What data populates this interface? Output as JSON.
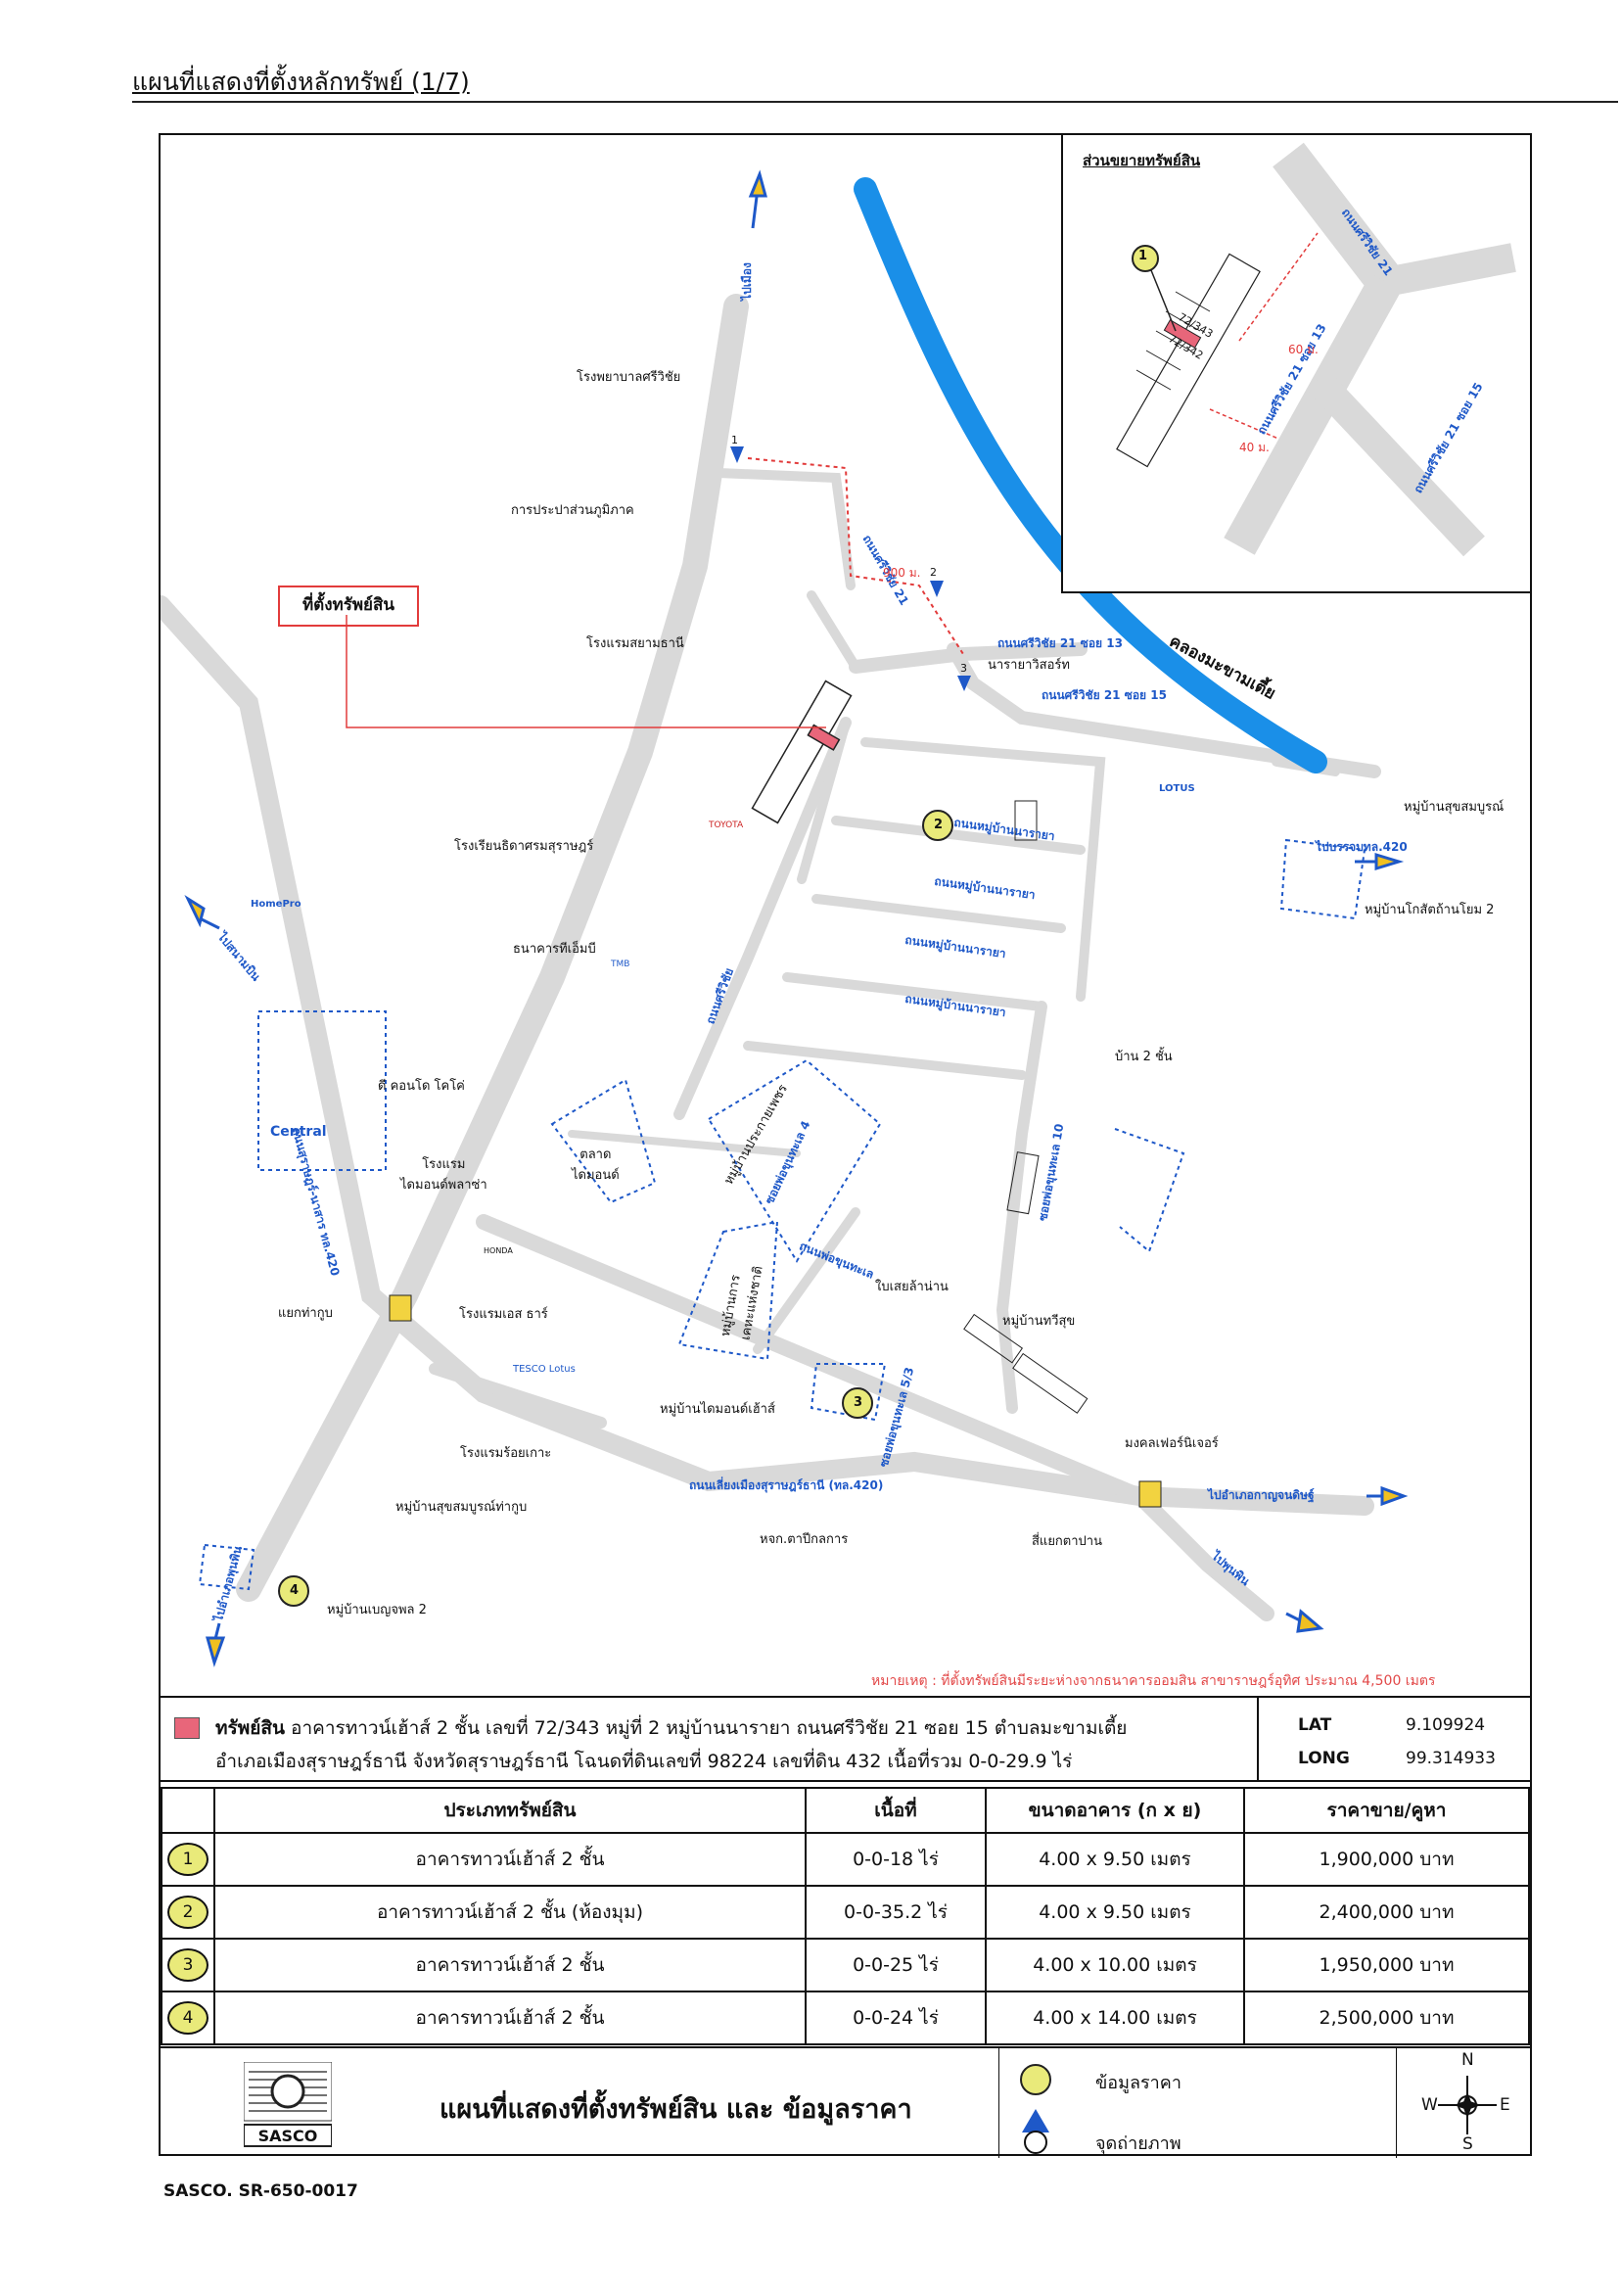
{
  "page": {
    "title": "แผนที่แสดงที่ตั้งหลักทรัพย์ (1/7)",
    "code": "SASCO. SR-650-0017"
  },
  "map": {
    "inset_title": "ส่วนขยายทรัพย์สิน",
    "inset_labels": {
      "road_main": "ถนนศรีวิชัย 21 ซอย 13",
      "road_top": "ถนนศรีวิชัย 21",
      "road_right": "ถนนศรีวิชัย 21 ซอย 15",
      "dist_60": "60 ม.",
      "dist_40": "40 ม.",
      "unit1": "72/343",
      "unit2": "72/342",
      "marker": "1"
    },
    "property_label": "ที่ตั้งทรัพย์สิน",
    "landmarks": {
      "hospital": "โรงพยาบาลศรีวิชัย",
      "water": "การประปาส่วนภูมิภาค",
      "hotel_siam": "โรงแรมสยามธานี",
      "school": "โรงเรียนธิดาศรมสุราษฎร์",
      "tmb": "ธนาคารทีเอ็มบี",
      "tmb_logo": "TMB",
      "toyota": "TOYOTA",
      "homepro": "HomePro",
      "condo": "ดี คอนโด โคโค่",
      "central": "Central",
      "hotel_diamond": "โรงแรม\nไดมอนด์พลาซ่า",
      "market": "ตลาด\nไดมอนด์",
      "honda": "HONDA",
      "junction_thakoop": "แยกท่ากูบ",
      "hotel_s": "โรงแรมเอส ธาร์",
      "tesco": "TESCO Lotus",
      "hotel_roikoh": "โรงแรมร้อยเกาะ",
      "village_suksomboon": "หมู่บ้านสุขสมบูรณ์ท่ากูบ",
      "village_benja": "หมู่บ้านเบญจพล 2",
      "village_diamond": "หมู่บ้านไดมอนด์เฮ้าส์",
      "village_kathep": "หมู่บ้านการ\nเคหะแห่งชาติ",
      "village_prakaiphet": "หมู่บ้านประกายเพชร",
      "shop_license": "ใบเสยล้าน่าน",
      "village_taweesuk": "หมู่บ้านทวีสุข",
      "mongkol": "มงคลเฟอร์นิเจอร์",
      "junction_ta_pan": "สี่แยกตาปาน",
      "dealer": "หจก.ตาปีกลการ",
      "house2": "บ้าน 2 ชั้น",
      "village_narayar": "นารายาวิสอร์ท",
      "village_suksomboon2": "หมู่บ้านสุขสมบูรณ์",
      "village_kot": "หมู่บ้านโกสัตถ้านโยม 2",
      "lotus": "LOTUS",
      "canal": "คลองมะขามเตี้ย"
    },
    "roads": {
      "sriwichai": "ถนนศรีวิชัย",
      "sriwichai21": "ถนนศรีวิชัย 21",
      "soi13": "ถนนศรีวิชัย 21 ซอย 13",
      "soi15": "ถนนศรีวิชัย 21 ซอย 15",
      "narayar": "ถนนหมู่บ้านนารายา",
      "suratbypass": "ถนนเลี่ยงเมืองสุราษฎร์ธานี (ทล.420)",
      "phonuphat": "ถนนพ่อขุนทะเล",
      "phonuphat4": "ซอยพ่อขุนทะเล 4",
      "phonuphat10": "ซอยพ่อขุนทะเล 10",
      "phonuphat53": "ซอยพ่อขุนทะเล 5/3",
      "surat_nasan": "ถนนสุราษฎร์-นาสาร ทล.420",
      "dist_900": "900 ม."
    },
    "directions": {
      "north": "ไปเมือง",
      "west": "ไปสนามบิน",
      "east_top": "ไปบรรจบทล.420",
      "east": "ไปอำเภอกาญจนดิษฐ์",
      "southeast": "ไปพุนพิน",
      "south": "ไปอำเภอพุนพิน"
    },
    "markers": [
      "1",
      "2",
      "3",
      "4"
    ],
    "view_points": [
      "1",
      "2",
      "3"
    ]
  },
  "note": "หมายเหตุ : ที่ตั้งทรัพย์สินมีระยะห่างจากธนาคารออมสิน สาขาราษฎร์อุทิศ ประมาณ 4,500 เมตร",
  "property": {
    "label": "ทรัพย์สิน",
    "line1": "อาคารทาวน์เฮ้าส์ 2 ชั้น เลขที่ 72/343 หมู่ที่ 2 หมู่บ้านนารายา ถนนศรีวิชัย 21 ซอย 15 ตำบลมะขามเตี้ย",
    "line2": "อำเภอเมืองสุราษฎร์ธานี จังหวัดสุราษฎร์ธานี โฉนดที่ดินเลขที่ 98224 เลขที่ดิน 432 เนื้อที่รวม 0-0-29.9 ไร่",
    "lat_label": "LAT",
    "lat": "9.109924",
    "long_label": "LONG",
    "long": "99.314933"
  },
  "table": {
    "headers": [
      "ประเภททรัพย์สิน",
      "เนื้อที่",
      "ขนาดอาคาร (ก x ย)",
      "ราคาขาย/คูหา"
    ],
    "rows": [
      {
        "no": "1",
        "type": "อาคารทาวน์เฮ้าส์ 2 ชั้น",
        "area": "0-0-18 ไร่",
        "size": "4.00 x 9.50 เมตร",
        "price": "1,900,000 บาท"
      },
      {
        "no": "2",
        "type": "อาคารทาวน์เฮ้าส์ 2 ชั้น (ห้องมุม)",
        "area": "0-0-35.2 ไร่",
        "size": "4.00 x 9.50 เมตร",
        "price": "2,400,000 บาท"
      },
      {
        "no": "3",
        "type": "อาคารทาวน์เฮ้าส์ 2 ชั้น",
        "area": "0-0-25 ไร่",
        "size": "4.00 x 10.00 เมตร",
        "price": "1,950,000 บาท"
      },
      {
        "no": "4",
        "type": "อาคารทาวน์เฮ้าส์ 2 ชั้น",
        "area": "0-0-24 ไร่",
        "size": "4.00 x 14.00 เมตร",
        "price": "2,500,000 บาท"
      }
    ]
  },
  "legend": {
    "title": "แผนที่แสดงที่ตั้งทรัพย์สิน และ ข้อมูลราคา",
    "price_info": "ข้อมูลราคา",
    "photo_point": "จุดถ่ายภาพ",
    "logo": "SASCO",
    "compass": {
      "n": "N",
      "s": "S",
      "e": "E",
      "w": "W"
    }
  },
  "colors": {
    "canal": "#1a8fe8",
    "road": "#d8d8d8",
    "marker": "#e9ea7a",
    "property": "#e8667a",
    "arrow": "#1e58c8",
    "red_note": "#e23b3b"
  }
}
